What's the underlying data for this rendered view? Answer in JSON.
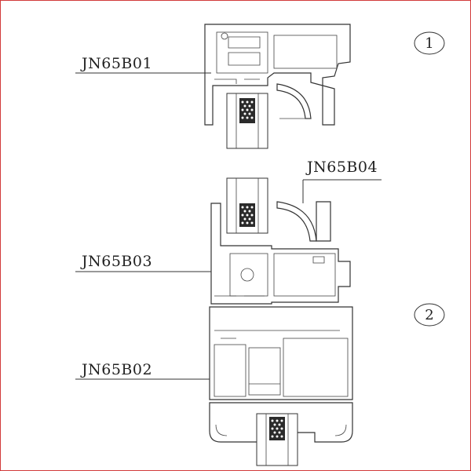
{
  "labels": {
    "jn65b01": "JN65B01",
    "jn65b02": "JN65B02",
    "jn65b03": "JN65B03",
    "jn65b04": "JN65B04"
  },
  "markers": {
    "one": "1",
    "two": "2"
  },
  "colors": {
    "border": "#d23a3a",
    "line": "#333333",
    "gasket": "#2b2b2b"
  }
}
